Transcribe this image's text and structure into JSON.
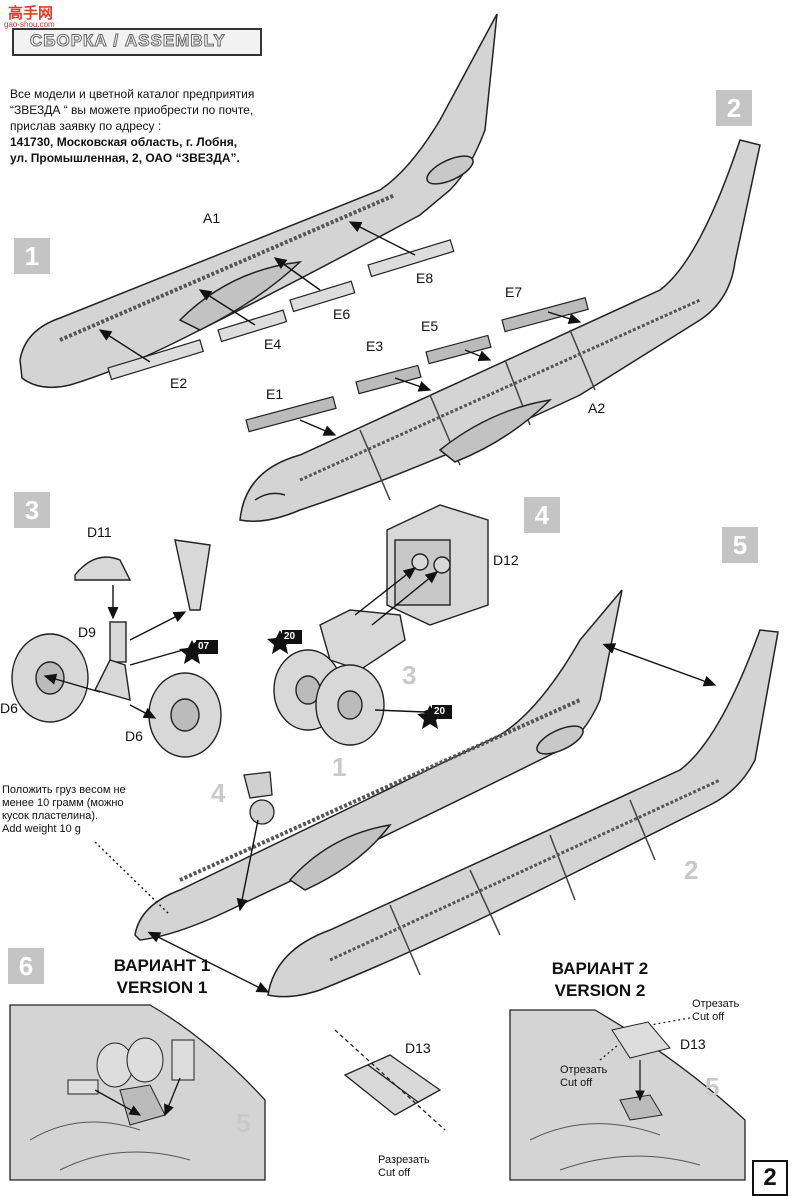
{
  "logo": {
    "word": "高手网",
    "url": "gao-shou.com"
  },
  "header": {
    "title": "СБОРКА   /   ASSEMBLY"
  },
  "notice": {
    "line1": "Все модели и цветной каталог предприятия",
    "line2": "“ЗВЕЗДА “ вы можете приобрести по почте,",
    "line3": "прислав заявку по адресу :",
    "line4": "141730, Московская область, г. Лобня,",
    "line5": "ул. Промышленная, 2, ОАО “ЗВЕЗДА”."
  },
  "steps": [
    "1",
    "2",
    "3",
    "4",
    "5",
    "6"
  ],
  "parts": {
    "A1": "A1",
    "A2": "A2",
    "E1": "E1",
    "E2": "E2",
    "E3": "E3",
    "E4": "E4",
    "E5": "E5",
    "E6": "E6",
    "E7": "E7",
    "E8": "E8",
    "D6a": "D6",
    "D6b": "D6",
    "D9": "D9",
    "D11": "D11",
    "D12": "D12",
    "D13a": "D13",
    "D13b": "D13"
  },
  "stars": {
    "s07": "07",
    "s20a": "20",
    "s20b": "20"
  },
  "ghost_numbers": {
    "g3": "3",
    "g1": "1",
    "g4": "4",
    "g2": "2",
    "g5a": "5",
    "g5b": "5"
  },
  "weight_note": {
    "line1": "Положить груз весом не",
    "line2": "менее 10 грамм (можно",
    "line3": "кусок пластелина).",
    "line4": "Add weight 10 g"
  },
  "variant1": {
    "ru": "ВАРИАНТ 1",
    "en": "VERSION 1"
  },
  "variant2": {
    "ru": "ВАРИАНТ 2",
    "en": "VERSION 2"
  },
  "cut_top": {
    "ru": "Отрезать",
    "en": "Cut off"
  },
  "cut_left": {
    "ru": "Отрезать",
    "en": "Cut off"
  },
  "cut_mid": {
    "ru": "Разрезать",
    "en": "Cut off"
  },
  "page_number": "2"
}
